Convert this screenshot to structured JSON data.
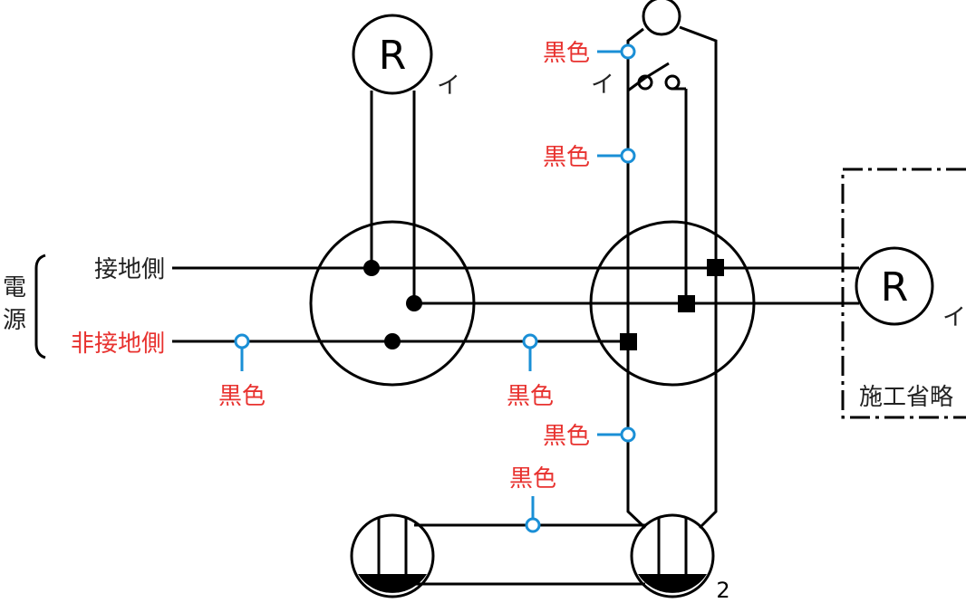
{
  "colors": {
    "wire": "#000000",
    "label_dark": "#222222",
    "label_red": "#e8322f",
    "marker_blue": "#1a8fd6"
  },
  "power_source": {
    "label_line1": "電",
    "label_line2": "源",
    "grounded_side": "接地側",
    "ungrounded_side": "非接地側"
  },
  "lamp_left": {
    "symbol": "R",
    "tag": "イ"
  },
  "lamp_right": {
    "symbol": "R",
    "tag": "イ"
  },
  "switch": {
    "tag": "イ"
  },
  "outlet": {
    "count_label": "2"
  },
  "omitted_box": {
    "label": "施工省略"
  },
  "wire_color_labels": {
    "source_ungrounded": "黒色",
    "box_link": "黒色",
    "switch_upper": "黒色",
    "switch_lower": "黒色",
    "riser": "黒色",
    "outlet_link": "黒色"
  }
}
